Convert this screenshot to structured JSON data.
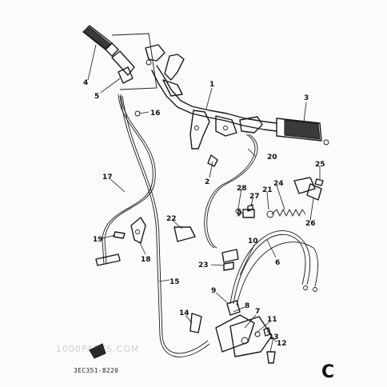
{
  "diagram": {
    "section_letter": "C",
    "drawing_code": "3EC351-8220",
    "watermark": "1000PARTS.COM",
    "callouts": {
      "c1": "1",
      "c2": "2",
      "c3": "3",
      "c4": "4",
      "c5": "5",
      "c6": "6",
      "c7": "7",
      "c8": "8",
      "c9": "9",
      "c10": "10",
      "c11": "11",
      "c12": "12",
      "c13": "13",
      "c14": "14",
      "c15": "15",
      "c16": "16",
      "c17": "17",
      "c18": "18",
      "c19": "19",
      "c20": "20",
      "c21": "21",
      "c22": "22",
      "c23": "23",
      "c24": "24",
      "c25": "25",
      "c26": "26",
      "c27": "27",
      "c28": "28"
    }
  }
}
